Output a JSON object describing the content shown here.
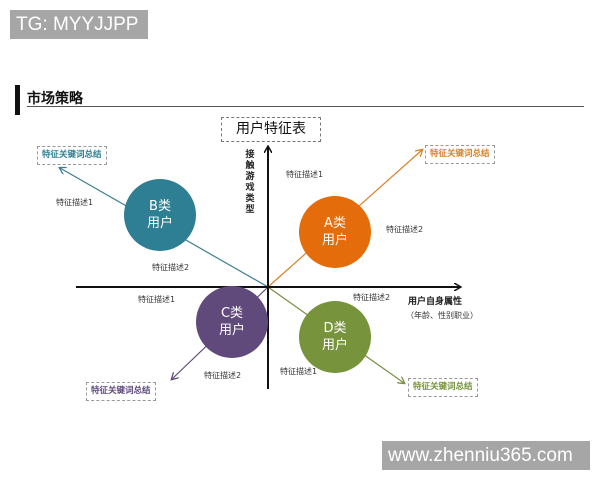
{
  "watermark_top": "TG: MYYJJPP",
  "watermark_bottom": "www.zhenniu365.com",
  "section": {
    "title": "市场策略"
  },
  "diagram": {
    "title": "用户特征表",
    "y_axis_label": "接触游戏类型",
    "x_axis_label": "用户自身属性",
    "x_axis_sublabel": "（年龄、性别职业）",
    "colors": {
      "A": "#e46c0a",
      "B": "#2e7f93",
      "C": "#604a7b",
      "D": "#77933c"
    },
    "quadrants": [
      {
        "id": "A",
        "line1": "A类",
        "line2": "用户",
        "keyword": "特征关键词总结",
        "desc1": "特征描述1",
        "desc2": "特征描述2"
      },
      {
        "id": "B",
        "line1": "B类",
        "line2": "用户",
        "keyword": "特征关键词总结",
        "desc1": "特征描述1",
        "desc2": "特征描述2"
      },
      {
        "id": "C",
        "line1": "C类",
        "line2": "用户",
        "keyword": "特征关键词总结",
        "desc1": "特征描述1",
        "desc2": "特征描述2"
      },
      {
        "id": "D",
        "line1": "D类",
        "line2": "用户",
        "keyword": "特征关键词总结",
        "desc1": "特征描述1",
        "desc2": "特征描述2"
      }
    ]
  }
}
